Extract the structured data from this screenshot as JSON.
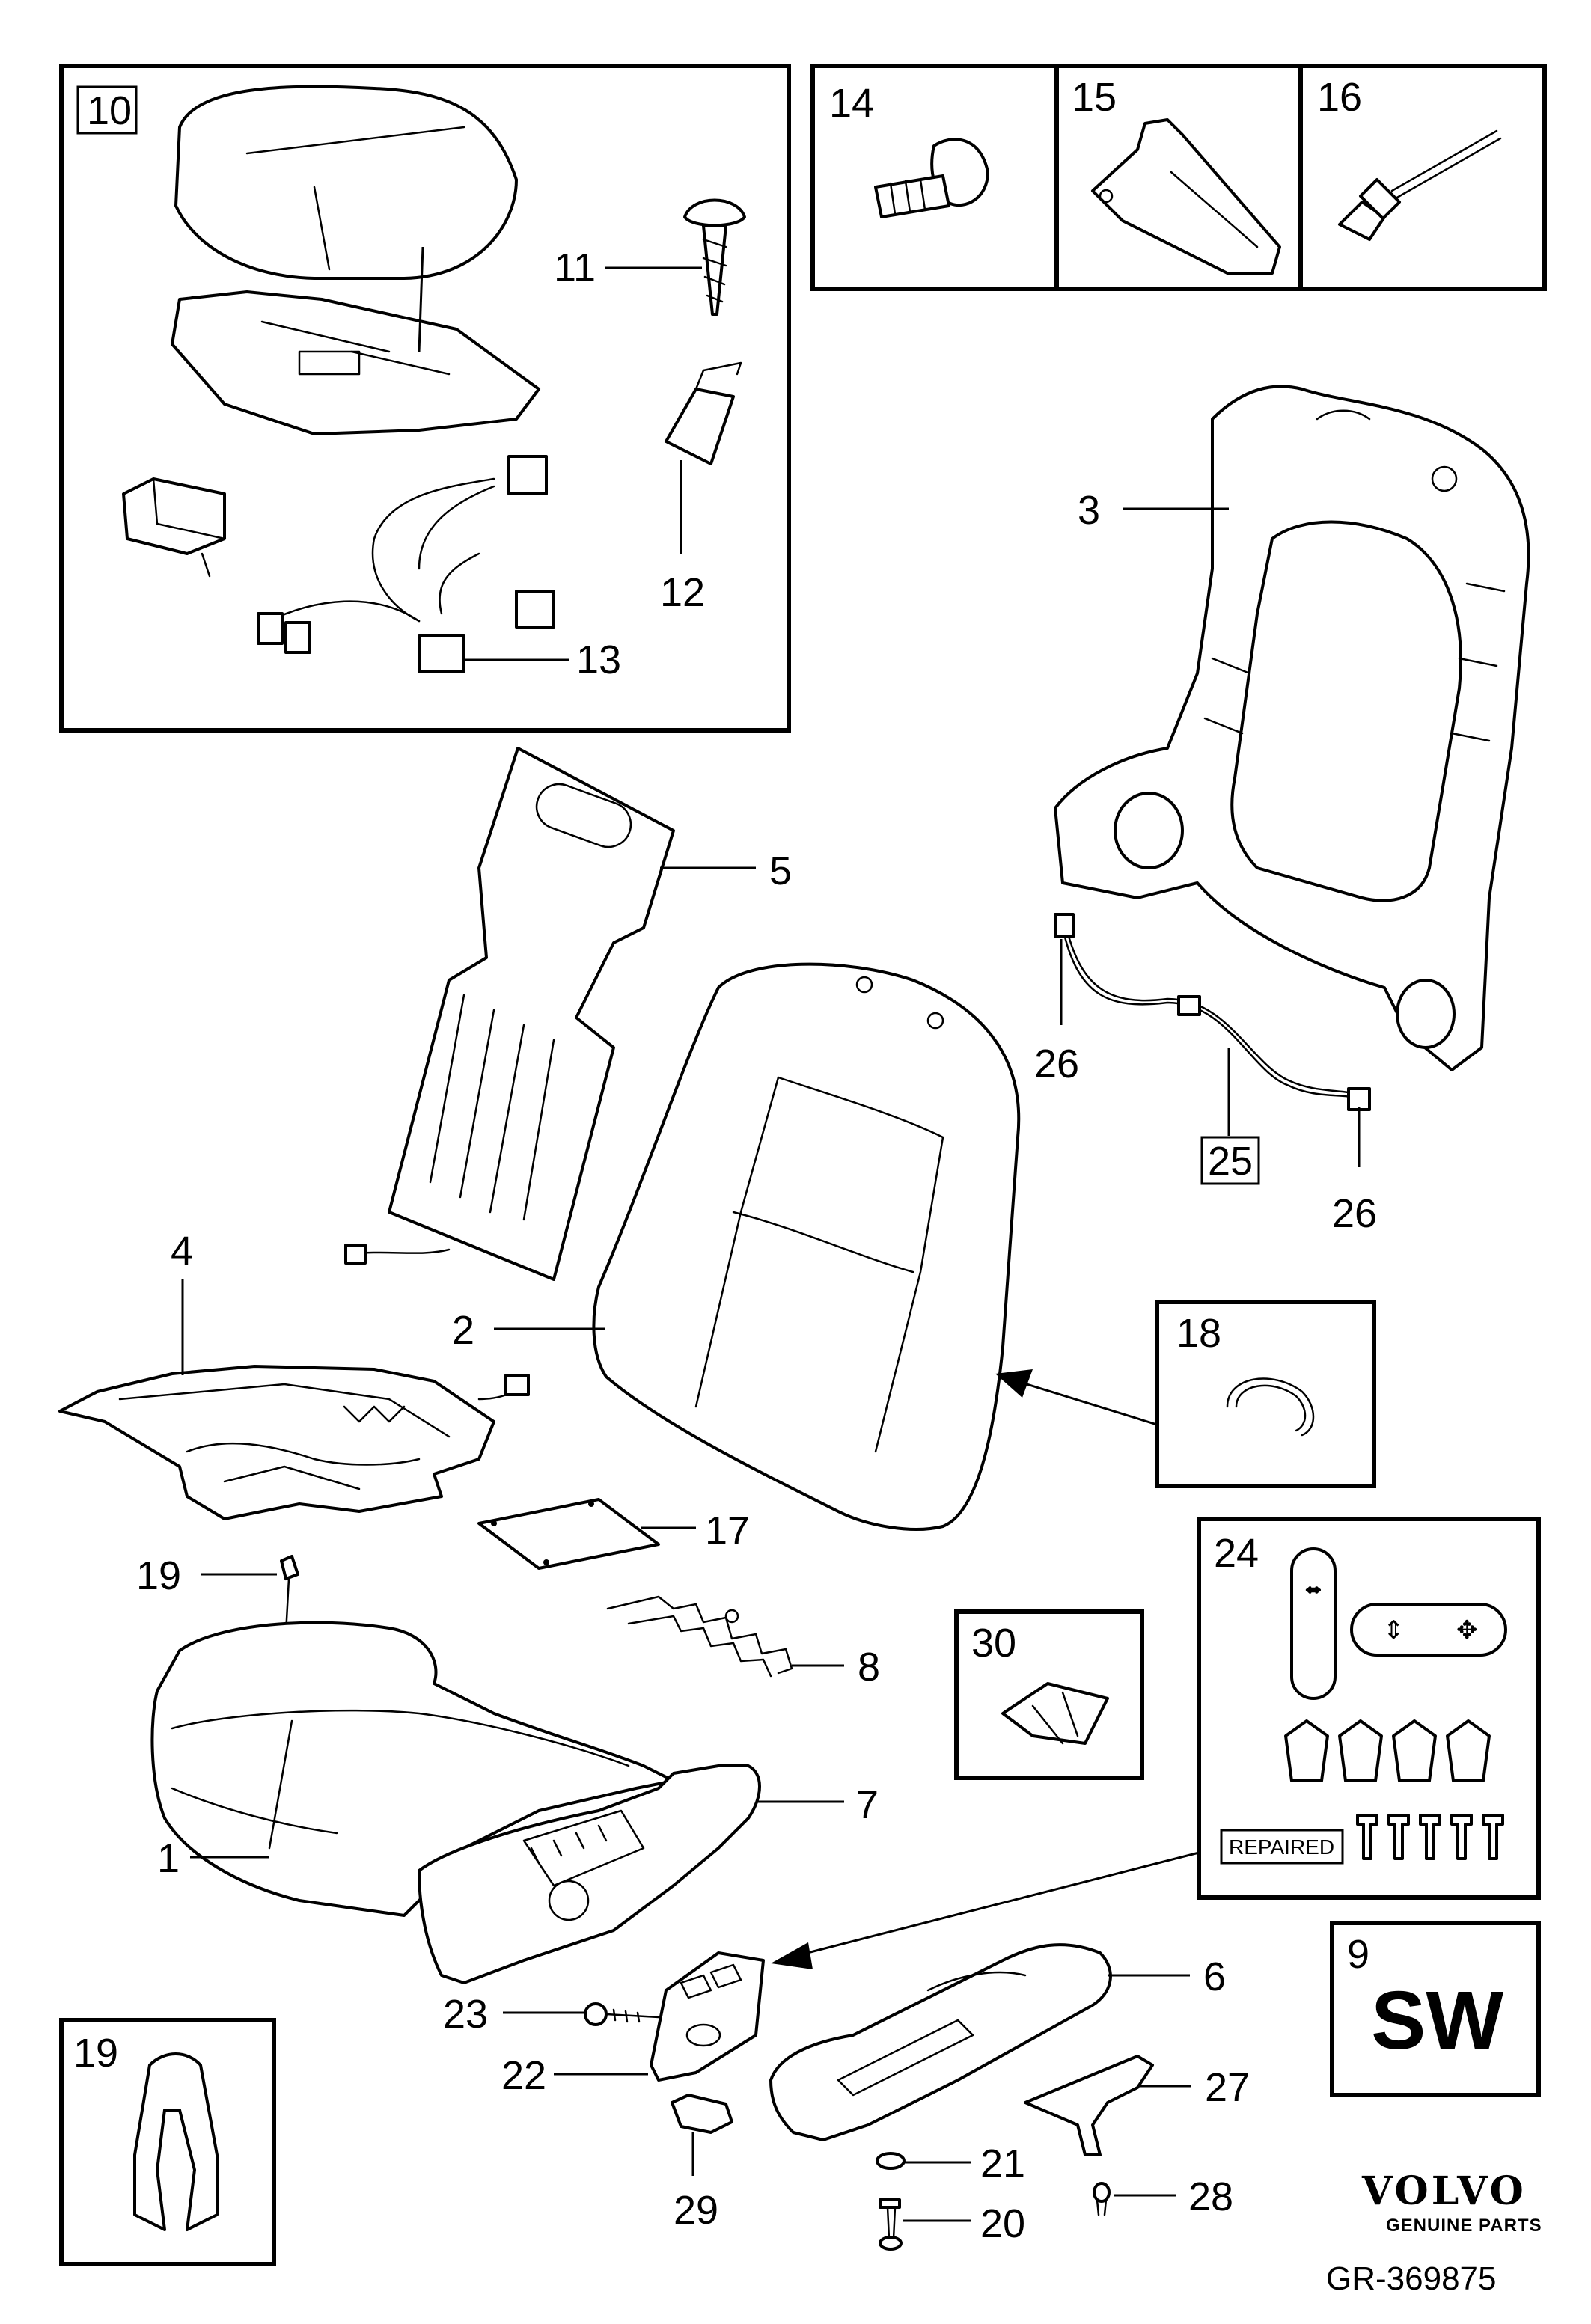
{
  "labels": {
    "l1": "1",
    "l2": "2",
    "l3": "3",
    "l4": "4",
    "l5": "5",
    "l6": "6",
    "l7": "7",
    "l8": "8",
    "l9": "9",
    "l10": "10",
    "l11": "11",
    "l12": "12",
    "l13": "13",
    "l14": "14",
    "l15": "15",
    "l16": "16",
    "l17": "17",
    "l18": "18",
    "l19a": "19",
    "l19b": "19",
    "l20": "20",
    "l21": "21",
    "l22": "22",
    "l23": "23",
    "l24": "24",
    "l25": "25",
    "l26a": "26",
    "l26b": "26",
    "l27": "27",
    "l28": "28",
    "l29": "29",
    "l30": "30"
  },
  "sw_text": "SW",
  "repaired_text": "REPAIRED",
  "brand": {
    "name": "VOLVO",
    "tagline": "GENUINE PARTS"
  },
  "reference": "GR-369875"
}
